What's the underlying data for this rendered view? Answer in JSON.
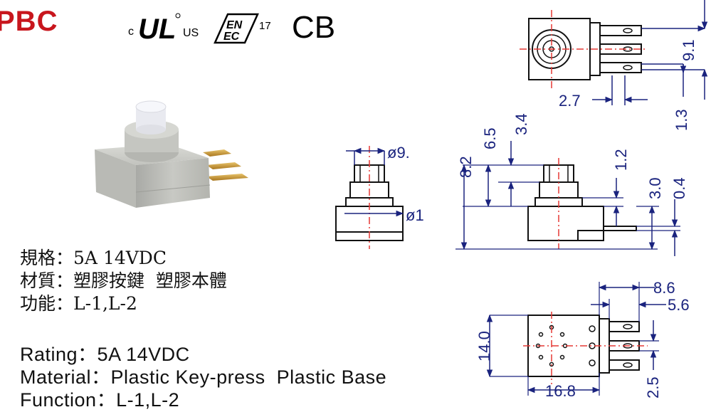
{
  "brand": {
    "name": "PBC"
  },
  "certifications": {
    "ul_prefix": "c",
    "ul_suffix": "US",
    "enec_number": "17",
    "cb": "CB"
  },
  "specs_chinese": [
    {
      "label": "規格",
      "sep": "：",
      "value": "5A 14VDC"
    },
    {
      "label": "材質",
      "sep": "：",
      "value": "塑膠按鍵  塑膠本體"
    },
    {
      "label": "功能",
      "sep": "：",
      "value": "L-1,L-2"
    }
  ],
  "specs_english": [
    {
      "label": "Rating",
      "sep": "：",
      "value": "5A 14VDC"
    },
    {
      "label": "Material",
      "sep": "：",
      "value": "Plastic Key-press  Plastic Base"
    },
    {
      "label": "Function",
      "sep": "：",
      "value": "L-1,L-2"
    }
  ],
  "dimensions": {
    "top_view": {
      "height": "9.1",
      "pin_offset": "2.7",
      "pin_pitch": "1.3"
    },
    "front_view": {
      "button_dia": "ø9.",
      "stem_dia": "ø1"
    },
    "side_view": {
      "total_height": "8.2",
      "button_height": "6.5",
      "button_top": "3.4",
      "step": "1.2",
      "base_height": "3.0",
      "pin_thickness": "0.4"
    },
    "bottom_view": {
      "pin_length": "8.6",
      "pin_span": "5.6",
      "body_height": "14.0",
      "body_width": "16.8",
      "pin_spacing": "2.5"
    }
  },
  "colors": {
    "brand": "#c8161d",
    "dimension": "#1a237e",
    "centerline": "#e53935",
    "outline": "#111111"
  }
}
